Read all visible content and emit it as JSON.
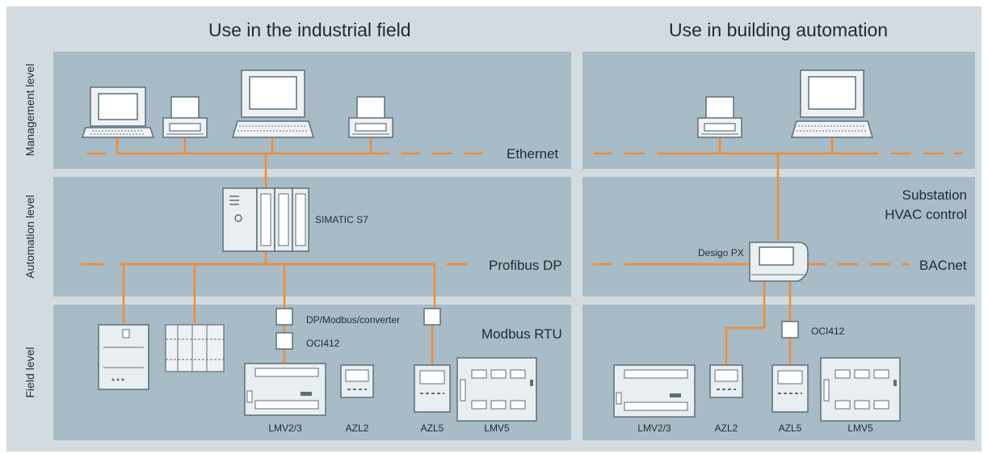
{
  "headers": {
    "industrial": "Use in the industrial field",
    "building": "Use in building automation"
  },
  "levels": {
    "management": "Management level",
    "automation": "Automation level",
    "field": "Field level"
  },
  "buses": {
    "ethernet": "Ethernet",
    "profibus": "Profibus DP",
    "modbus": "Modbus RTU",
    "bacnet": "BACnet",
    "substation_line1": "Substation",
    "substation_line2": "HVAC control"
  },
  "devices": {
    "simatic": "SIMATIC S7",
    "converter": "DP/Modbus/converter",
    "oci_left": "OCI412",
    "oci_right": "OCI412",
    "desigo": "Desigo PX",
    "lmv23_left": "LMV2/3",
    "azl2_left": "AZL2",
    "azl5_left": "AZL5",
    "lmv5_left": "LMV5",
    "lmv23_right": "LMV2/3",
    "azl2_right": "AZL2",
    "azl5_right": "AZL5",
    "lmv5_right": "LMV5"
  },
  "colors": {
    "bus_line": "#f28c38",
    "panel": "#a7bcc7",
    "background": "#d3dbe0",
    "device_body": "#e9eef1",
    "device_outline": "#5f6e78"
  }
}
